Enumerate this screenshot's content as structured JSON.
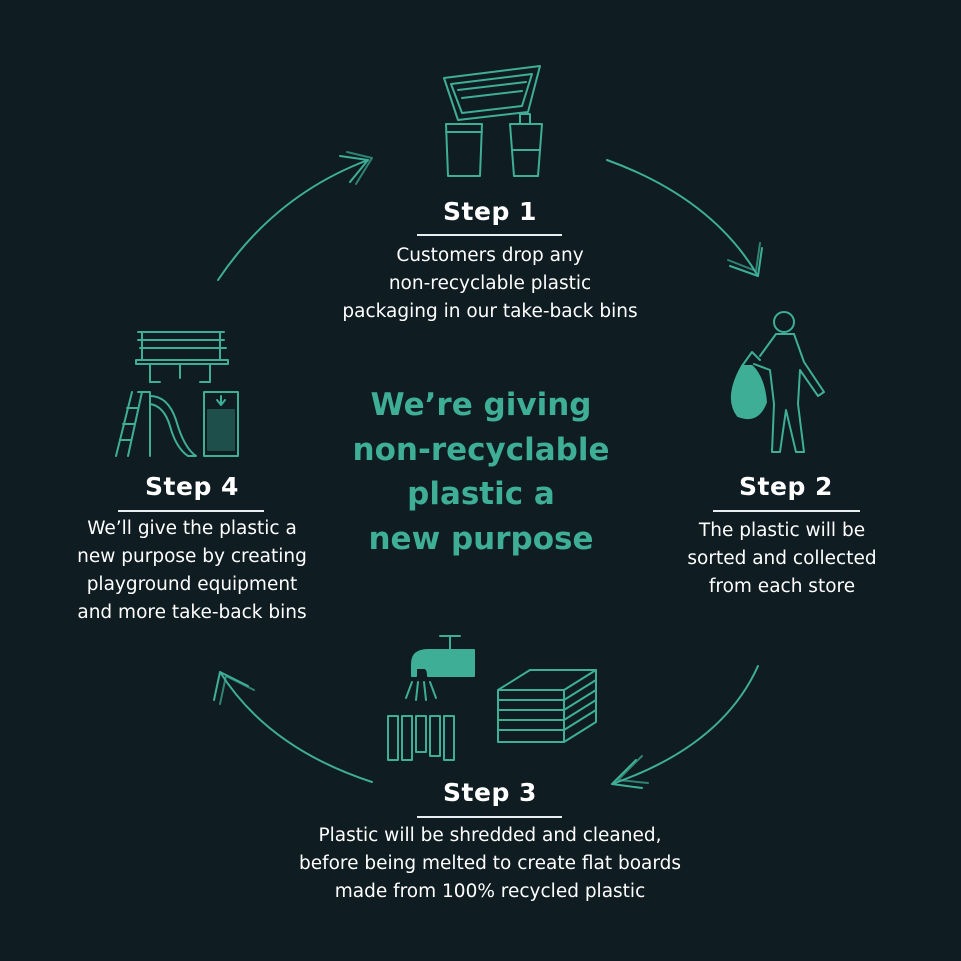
{
  "colors": {
    "background": "#0f1c22",
    "accent": "#3fae96",
    "text": "#ffffff"
  },
  "center": {
    "lines": [
      "We’re giving",
      "non-recyclable",
      "plastic a",
      "new purpose"
    ]
  },
  "steps": [
    {
      "title": "Step 1",
      "lines": [
        "Customers drop any",
        "non-recyclable plastic",
        "packaging in our take-back bins"
      ],
      "icons": [
        "food-tray-icon",
        "pouch-icon",
        "cup-icon"
      ]
    },
    {
      "title": "Step 2",
      "lines": [
        "The plastic will be",
        "sorted and collected",
        "from each store"
      ],
      "icons": [
        "person-carrying-bag-icon"
      ]
    },
    {
      "title": "Step 3",
      "lines": [
        "Plastic will be shredded and cleaned,",
        "before being melted to create flat boards",
        "made from 100% recycled plastic"
      ],
      "icons": [
        "tap-water-icon",
        "shredded-strips-icon",
        "board-stack-icon"
      ]
    },
    {
      "title": "Step 4",
      "lines": [
        "We’ll give the plastic a",
        "new purpose by creating",
        "playground equipment",
        "and more take-back bins"
      ],
      "icons": [
        "bench-icon",
        "slide-icon",
        "take-back-bin-icon"
      ]
    }
  ]
}
